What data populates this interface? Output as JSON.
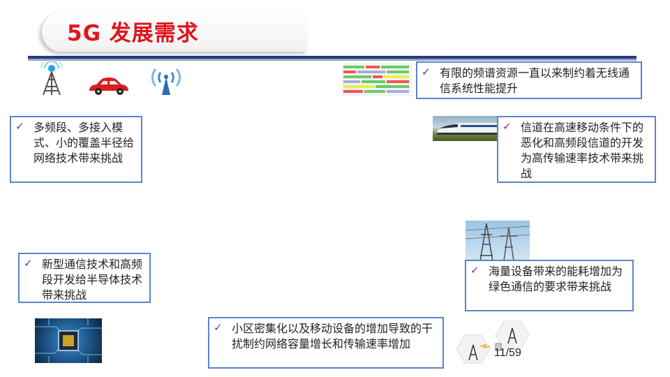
{
  "title": "5G 发展需求",
  "cards": [
    {
      "id": "multi-band",
      "text": "多频段、多接入模式、小的覆盖半径给网络技术带来挑战"
    },
    {
      "id": "spectrum",
      "text": "有限的频谱资源一直以来制约着无线通信系统性能提升"
    },
    {
      "id": "high-speed",
      "text": "信道在高速移动条件下的恶化和高频段信道的开发为高传输速率技术带来挑战"
    },
    {
      "id": "semiconductor",
      "text": "新型通信技术和高频段开发给半导体技术带来挑战"
    },
    {
      "id": "energy",
      "text": "海量设备带来的能耗增加为绿色通信的要求带来挑战"
    },
    {
      "id": "cell-density",
      "text": "小区密集化以及移动设备的增加导致的干扰制约网络容量增长和传输速率增加"
    }
  ],
  "check_glyph": "✓",
  "icons": [
    "cell-tower-icon",
    "red-car-icon",
    "wireless-signal-icon"
  ],
  "page_number": "11/59",
  "colors": {
    "title": "#e0141e",
    "rule": "#1f3a8a",
    "box_border": "#5b85c8",
    "check": "#7b2f7d"
  }
}
